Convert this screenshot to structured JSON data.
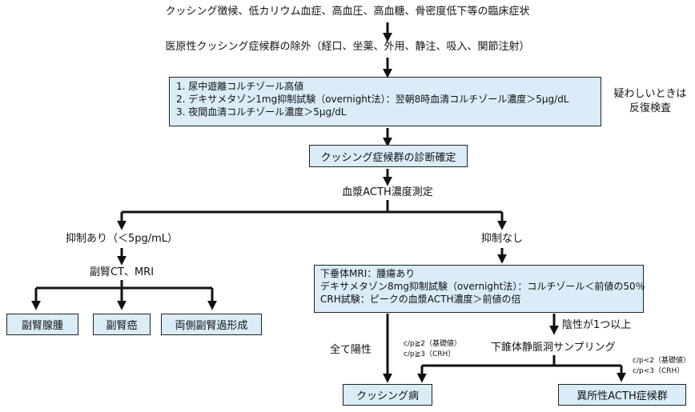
{
  "top_text": "クッシング徴候、低カリウム血症、高血圧、高血糖、骨密度低下等の臨床症状",
  "exclusion_text": "医原性クッシング症候群の除外（経口、坐薬、外用、静注、吸入、関節注射）",
  "screening_tests": [
    "1. 尿中遊離コルチゾール高値",
    "2. デキサメタゾン1mg抑制試験（overnight法）：翌朝8時血清コルチゾール濃度＞5μg/dL",
    "3. 夜間血清コルチゾール濃度＞5μg/dL"
  ],
  "retest_note": [
    "疑わしいときは",
    "反復検査"
  ],
  "diagnosis_box": "クッシング症候群の診断確定",
  "acth_measure": "血漿ACTH濃度測定",
  "suppressed_label": "抑制あり（＜5pg/mL）",
  "not_suppressed_label": "抑制なし",
  "adrenal_imaging": "副腎CT、MRI",
  "adrenal_outcomes": [
    "副腎腺腫",
    "副腎癌",
    "両側副腎過形成"
  ],
  "pituitary_tests": [
    "下垂体MRI：腫瘍あり",
    "デキサメタゾン8mg抑制試験（overnight法）：コルチゾール＜前値の50％",
    "CRH試験：ピークの血漿ACTH濃度＞前値の倍"
  ],
  "all_positive_label": "全て陽性",
  "one_or_more_positive_label": "陰性が1つ以上",
  "ipss_label": "下錐体静脈洞サンプリング",
  "ratio_cushing": [
    "c/p≧2（基礎値）",
    "c/p≧3（CRH）"
  ],
  "ratio_ectopic": [
    "c/p<2（基礎値）",
    "c/p<3（CRH）"
  ],
  "cushing_disease": "クッシング病",
  "ectopic_acth": "異所性ACTH症候群"
}
